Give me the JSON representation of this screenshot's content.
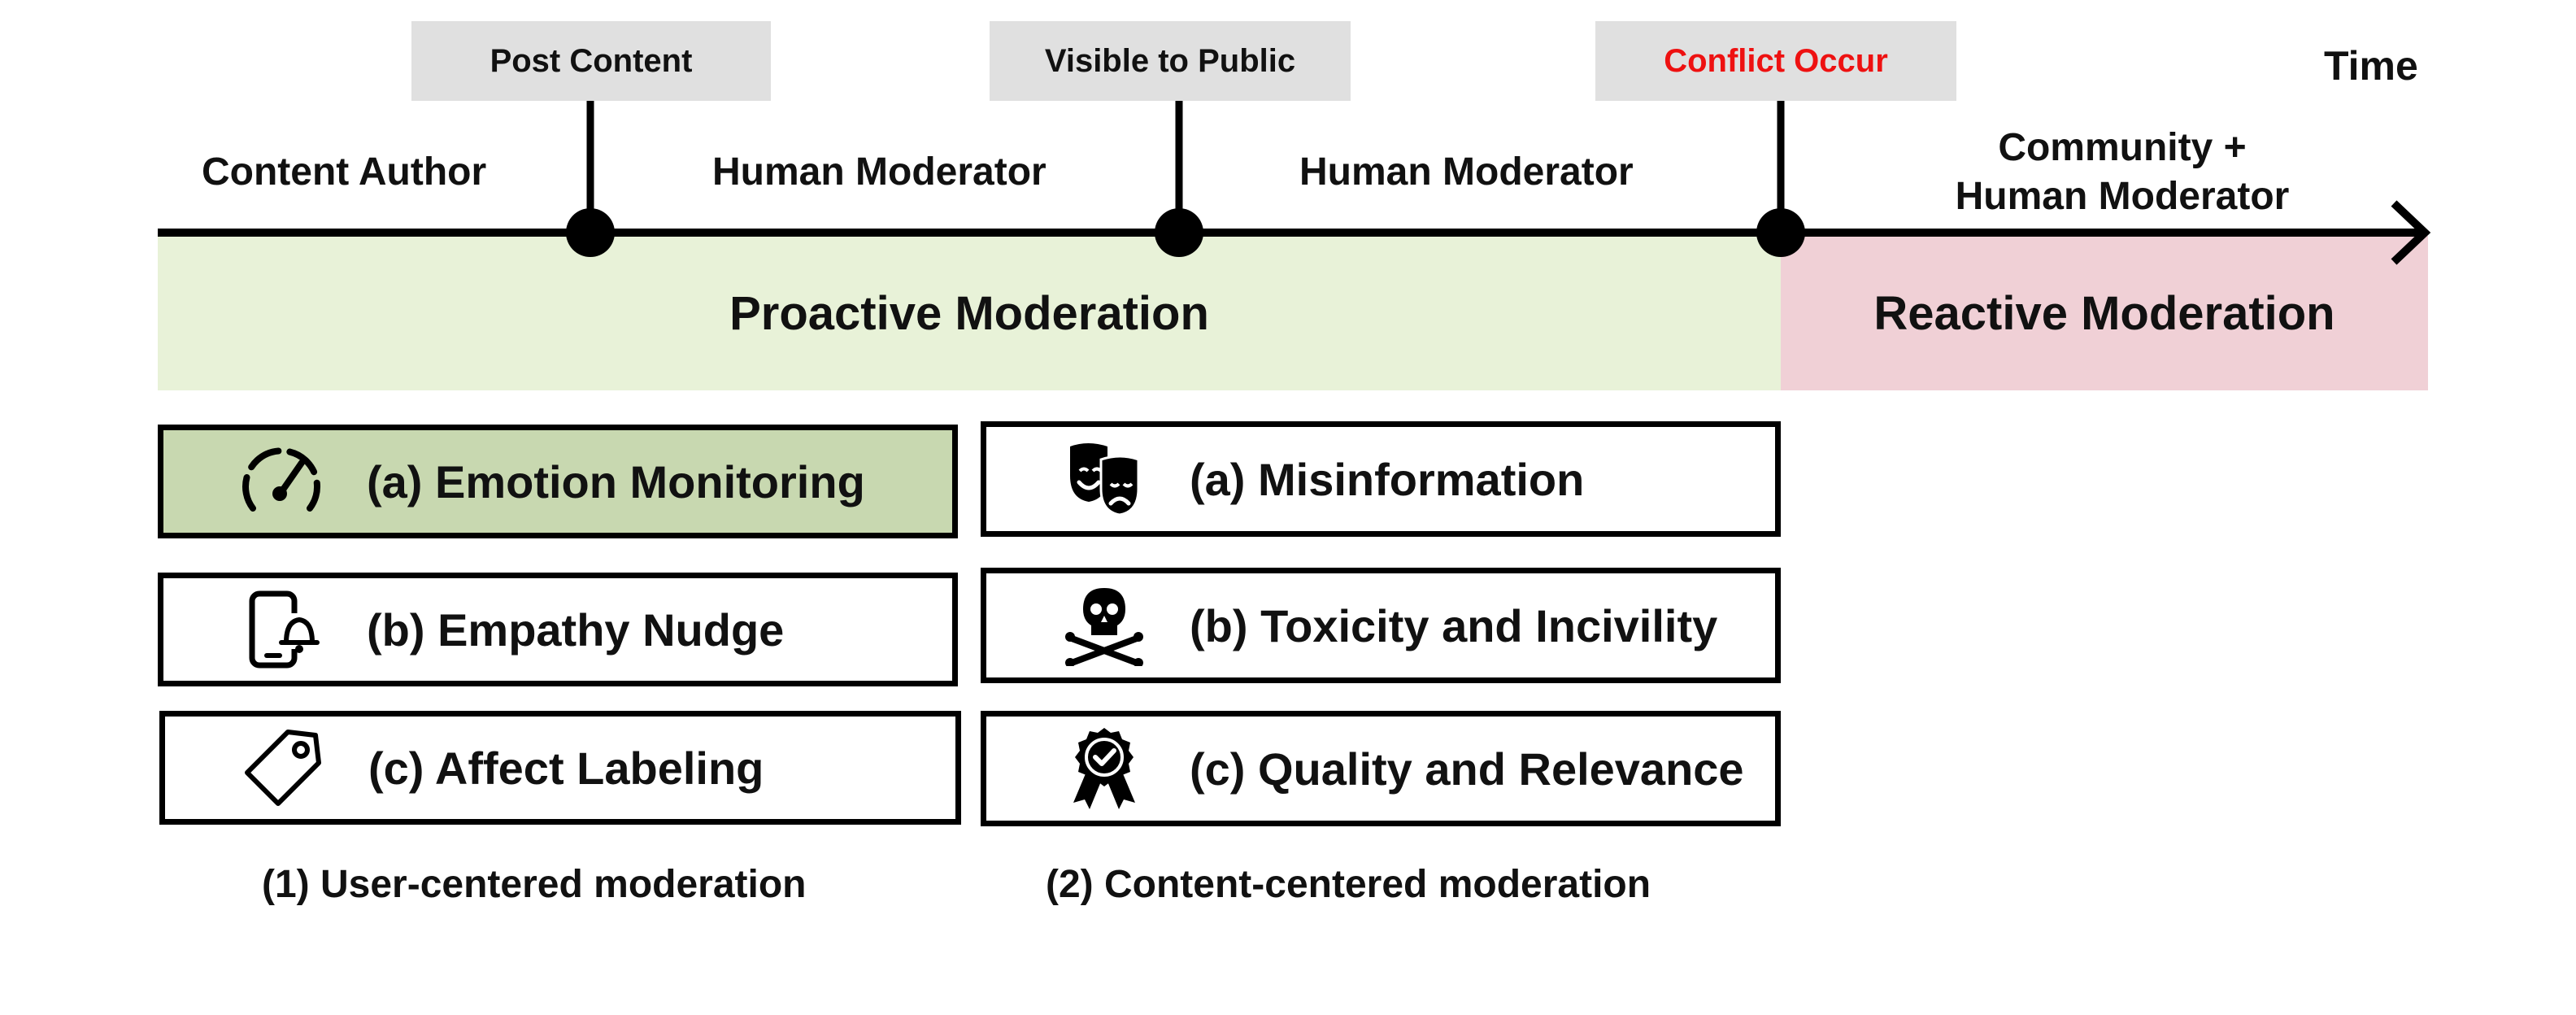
{
  "timeline": {
    "time_label": "Time",
    "events": [
      {
        "label": "Post Content",
        "color": "#111111"
      },
      {
        "label": "Visible to Public",
        "color": "#111111"
      },
      {
        "label": "Conflict Occur",
        "color": "#ee1111"
      }
    ],
    "actors": [
      {
        "label": "Content Author"
      },
      {
        "label": "Human Moderator"
      },
      {
        "label": "Human Moderator"
      },
      {
        "line1": "Community +",
        "line2": "Human Moderator"
      }
    ]
  },
  "phases": {
    "proactive": {
      "label": "Proactive Moderation",
      "color": "#e8f2d8"
    },
    "reactive": {
      "label": "Reactive Moderation",
      "color": "#f0d0d6"
    }
  },
  "user_centered": {
    "caption": "(1) User-centered moderation",
    "items": [
      {
        "label": "(a) Emotion Monitoring",
        "icon": "speedometer-icon",
        "highlight": "#c8d8b0"
      },
      {
        "label": "(b) Empathy Nudge",
        "icon": "phone-bell-icon"
      },
      {
        "label": "(c) Affect Labeling",
        "icon": "tag-icon"
      }
    ]
  },
  "content_centered": {
    "caption": "(2) Content-centered moderation",
    "items": [
      {
        "label": "(a) Misinformation",
        "icon": "theater-masks-icon"
      },
      {
        "label": "(b) Toxicity and Incivility",
        "icon": "skull-crossbones-icon"
      },
      {
        "label": "(c) Quality and Relevance",
        "icon": "award-badge-icon"
      }
    ]
  }
}
